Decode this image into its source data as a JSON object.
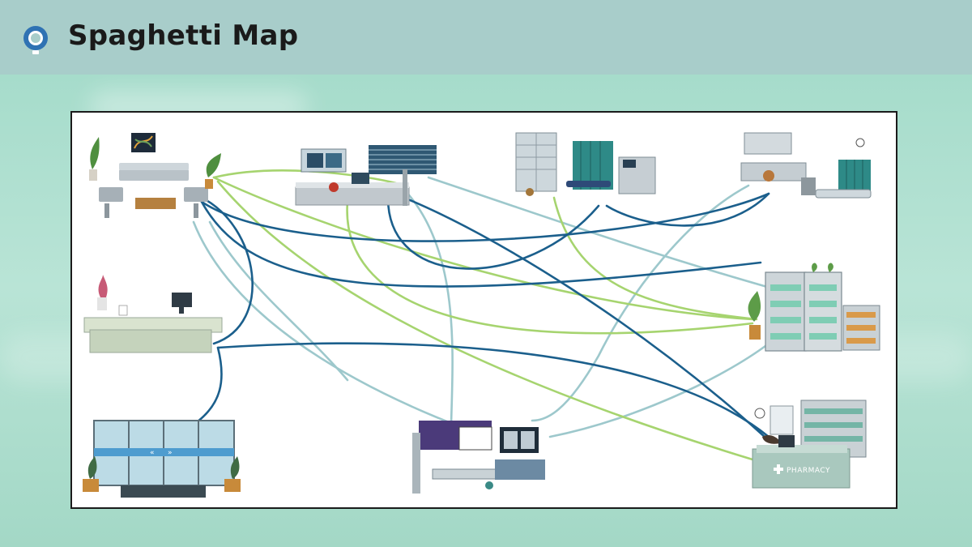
{
  "header": {
    "title": "Spaghetti Map",
    "logo_icon": "location-pin-icon",
    "background": "#a8cdca"
  },
  "map": {
    "stations": [
      {
        "id": "waiting-room",
        "icon": "waiting-room-icon"
      },
      {
        "id": "laboratory",
        "icon": "laboratory-icon"
      },
      {
        "id": "procedure-room",
        "icon": "procedure-room-icon"
      },
      {
        "id": "patient-ward",
        "icon": "patient-ward-icon"
      },
      {
        "id": "reception-desk",
        "icon": "reception-desk-icon"
      },
      {
        "id": "medicine-storage",
        "icon": "medicine-storage-icon"
      },
      {
        "id": "entrance",
        "icon": "entrance-door-icon"
      },
      {
        "id": "imaging-room",
        "icon": "xray-machine-icon"
      },
      {
        "id": "pharmacy",
        "icon": "pharmacy-icon",
        "sign_text": "PHARMACY"
      }
    ],
    "path_colors": {
      "dark_blue": "#1b5f8c",
      "light_green": "#a6d46f",
      "light_blue": "#9dc8cc"
    }
  }
}
